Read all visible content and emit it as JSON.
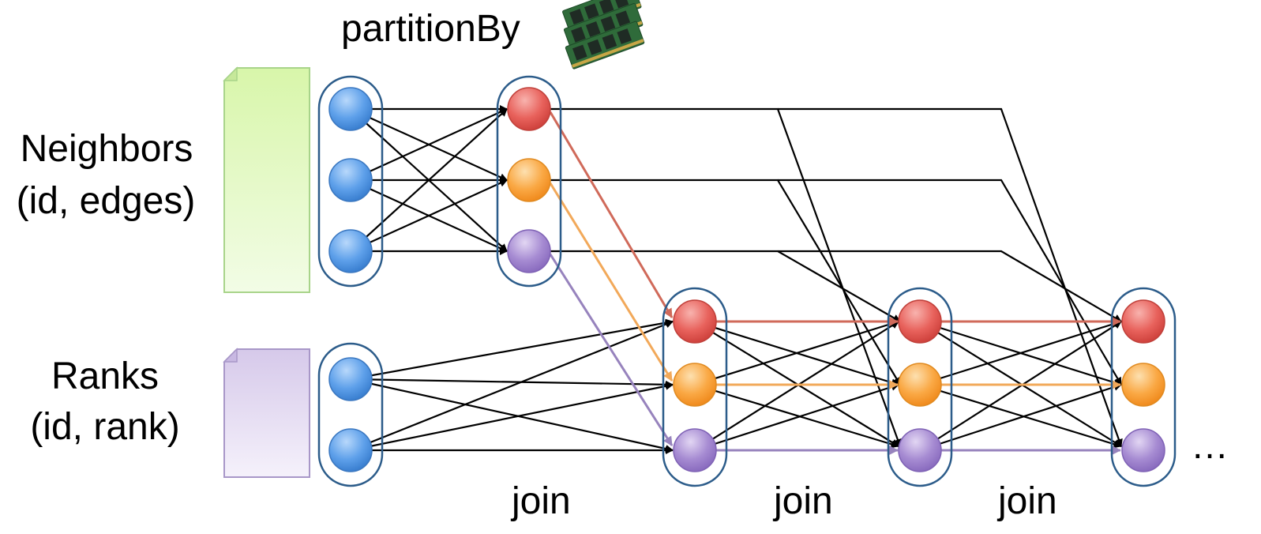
{
  "labels": {
    "partition": "partitionBy",
    "neighbors_line1": "Neighbors",
    "neighbors_line2": "(id, edges)",
    "ranks_line1": "Ranks",
    "ranks_line2": "(id, rank)",
    "join1": "join",
    "join2": "join",
    "join3": "join",
    "ellipsis": "…"
  },
  "colors": {
    "blue": "#4f94e0",
    "red": "#e0534f",
    "orange": "#f8a030",
    "purple": "#9a80c8",
    "red_arrow": "#d06a5a",
    "orange_arrow": "#f2a95a",
    "purple_arrow": "#9783bd",
    "capsule_border": "#2c5c8a",
    "doc_green": "#d9f5b0",
    "doc_purple": "#ddd2ee"
  },
  "icons": {
    "ram": "memory-sticks-icon",
    "doc_neighbors": "document-icon",
    "doc_ranks": "document-icon"
  }
}
